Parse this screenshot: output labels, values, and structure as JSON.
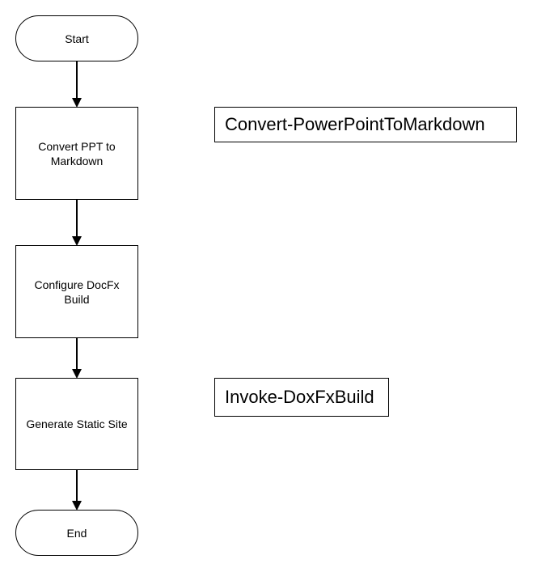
{
  "flowchart": {
    "nodes": [
      {
        "id": "start",
        "shape": "terminal",
        "label": "Start"
      },
      {
        "id": "convert",
        "shape": "process",
        "label": "Convert PPT to Markdown"
      },
      {
        "id": "configure",
        "shape": "process",
        "label": "Configure DocFx Build"
      },
      {
        "id": "generate",
        "shape": "process",
        "label": "Generate Static Site"
      },
      {
        "id": "end",
        "shape": "terminal",
        "label": "End"
      }
    ],
    "annotations": [
      {
        "attached_to": "convert",
        "label": "Convert-PowerPointToMarkdown"
      },
      {
        "attached_to": "generate",
        "label": "Invoke-DoxFxBuild"
      }
    ],
    "edges": [
      {
        "from": "start",
        "to": "convert"
      },
      {
        "from": "convert",
        "to": "configure"
      },
      {
        "from": "configure",
        "to": "generate"
      },
      {
        "from": "generate",
        "to": "end"
      }
    ]
  }
}
